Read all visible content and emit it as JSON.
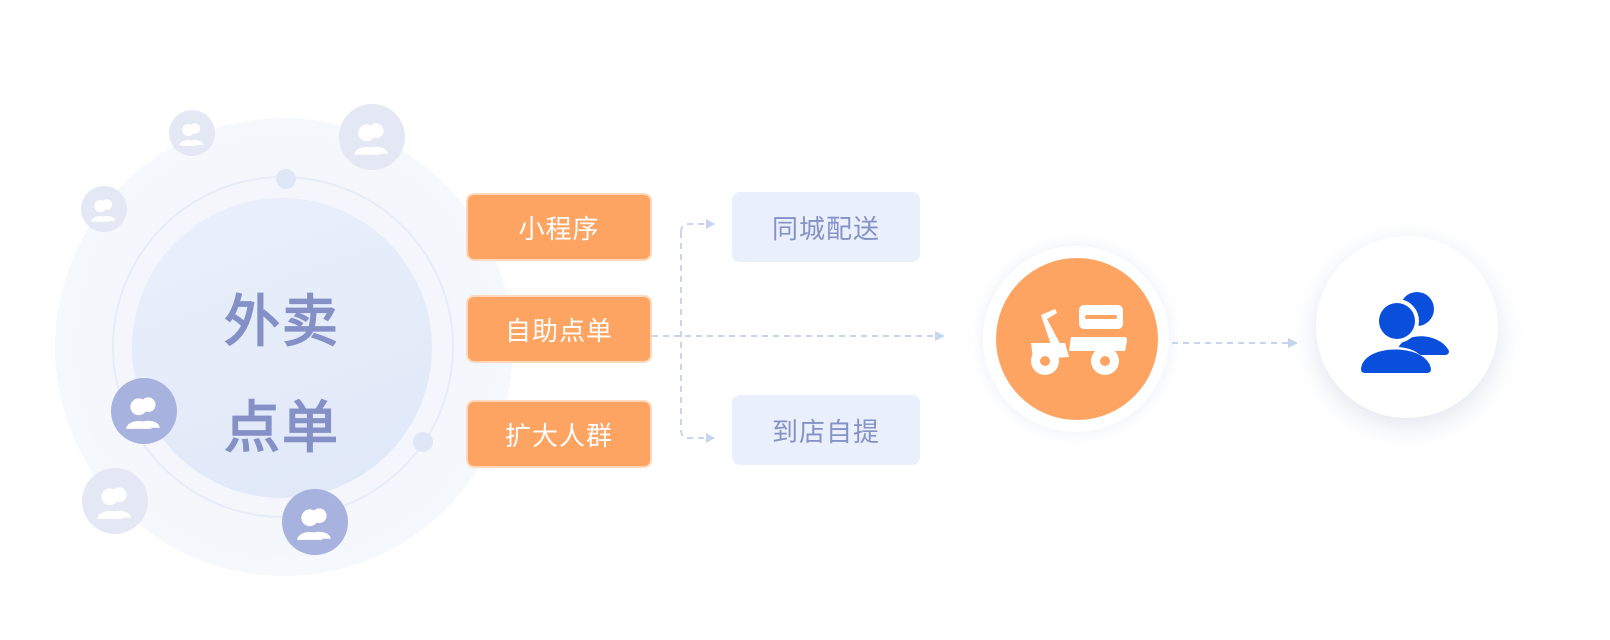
{
  "hub": {
    "title": "外卖\n点单"
  },
  "channels": [
    {
      "label": "小程序"
    },
    {
      "label": "自助点单"
    },
    {
      "label": "扩大人群"
    }
  ],
  "fulfillment": [
    {
      "label": "同城配送"
    },
    {
      "label": "到店自提"
    }
  ],
  "icons": {
    "hub_avatars": "user-group-icon",
    "delivery": "scooter-icon",
    "customer": "user-group-icon"
  },
  "colors": {
    "channel_fill": "#fda463",
    "fulfillment_fill": "#e9effb",
    "hub_text": "#8591c6",
    "customer_icon": "#0a4fdc",
    "connector": "#c7d5ee"
  }
}
